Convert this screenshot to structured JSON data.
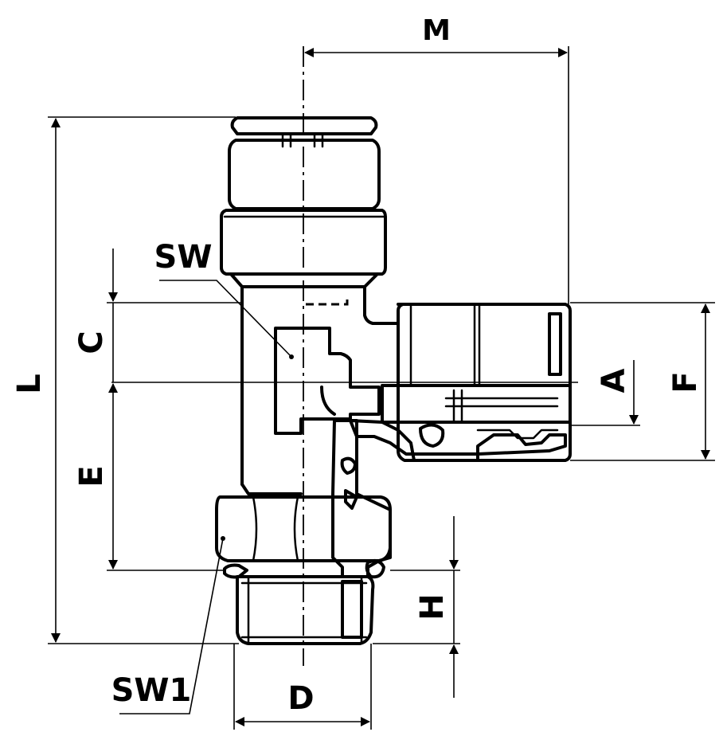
{
  "labels": {
    "M": "M",
    "L": "L",
    "SW": "SW",
    "C": "C",
    "E": "E",
    "A": "A",
    "F": "F",
    "H": "H",
    "D": "D",
    "SW1": "SW1"
  }
}
